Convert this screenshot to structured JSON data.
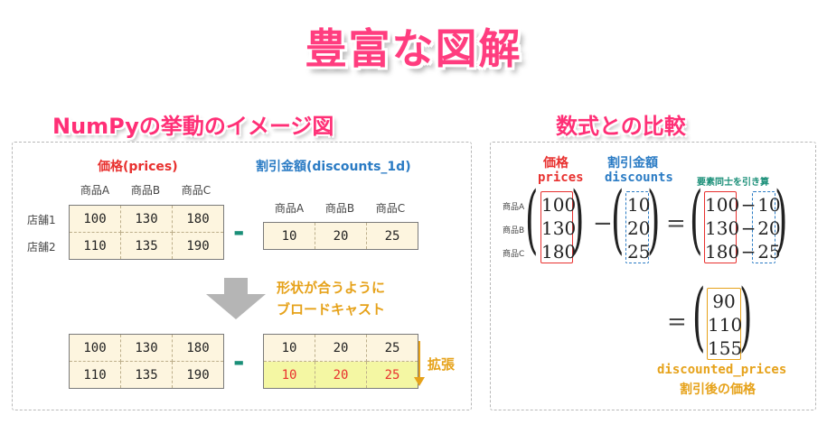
{
  "title": "豊富な図解",
  "left": {
    "heading": "NumPyの挙動のイメージ図",
    "prices_label": "価格(prices)",
    "discounts_label": "割引金額(discounts_1d)",
    "product_headers": [
      "商品A",
      "商品B",
      "商品C"
    ],
    "store_labels": [
      "店舗1",
      "店舗2"
    ],
    "prices": [
      [
        "100",
        "130",
        "180"
      ],
      [
        "110",
        "135",
        "190"
      ]
    ],
    "discounts_1d": [
      "10",
      "20",
      "25"
    ],
    "minus": "-",
    "broadcast_note": [
      "形状が合うように",
      "ブロードキャスト"
    ],
    "expand_label": "拡張"
  },
  "right": {
    "heading": "数式との比較",
    "prices_jp": "価格",
    "prices_en": "prices",
    "discounts_jp": "割引金額",
    "discounts_en": "discounts",
    "elementwise_label": "要素同士を引き算",
    "product_labels": [
      "商品A",
      "商品B",
      "商品C"
    ],
    "prices_vec": [
      "100",
      "130",
      "180"
    ],
    "discounts_vec": [
      "10",
      "20",
      "25"
    ],
    "diff_rows": [
      [
        "100",
        "−",
        "10"
      ],
      [
        "130",
        "−",
        "20"
      ],
      [
        "180",
        "−",
        "25"
      ]
    ],
    "minus": "−",
    "equals": "=",
    "result_vec": [
      "90",
      "110",
      "155"
    ],
    "result_en": "discounted_prices",
    "result_jp": "割引後の価格"
  },
  "colors": {
    "title": "#ff3d7f",
    "red": "#e8312f",
    "blue": "#2a7bc4",
    "orange": "#e6a21a",
    "green_minus": "#1a8f78",
    "cell_bg": "#fdf5df",
    "expanded_bg": "#f4f7a3"
  }
}
